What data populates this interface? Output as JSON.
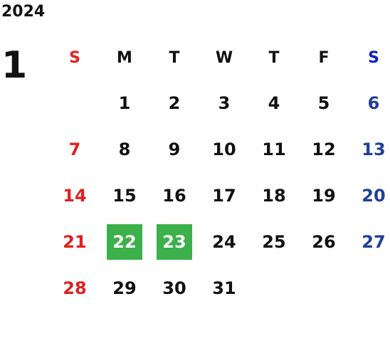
{
  "year": "2024",
  "month": "1",
  "colors": {
    "sunday": "#e02020",
    "saturday": "#1f3f99",
    "saturday_header": "#1020cc",
    "weekday": "#111111",
    "highlight": "#3cb04a"
  },
  "weekdays": [
    "S",
    "M",
    "T",
    "W",
    "T",
    "F",
    "S"
  ],
  "weeks": [
    [
      "",
      "1",
      "2",
      "3",
      "4",
      "5",
      "6"
    ],
    [
      "7",
      "8",
      "9",
      "10",
      "11",
      "12",
      "13"
    ],
    [
      "14",
      "15",
      "16",
      "17",
      "18",
      "19",
      "20"
    ],
    [
      "21",
      "22",
      "23",
      "24",
      "25",
      "26",
      "27"
    ],
    [
      "28",
      "29",
      "30",
      "31",
      "",
      "",
      ""
    ]
  ],
  "highlighted": [
    "22",
    "23"
  ]
}
